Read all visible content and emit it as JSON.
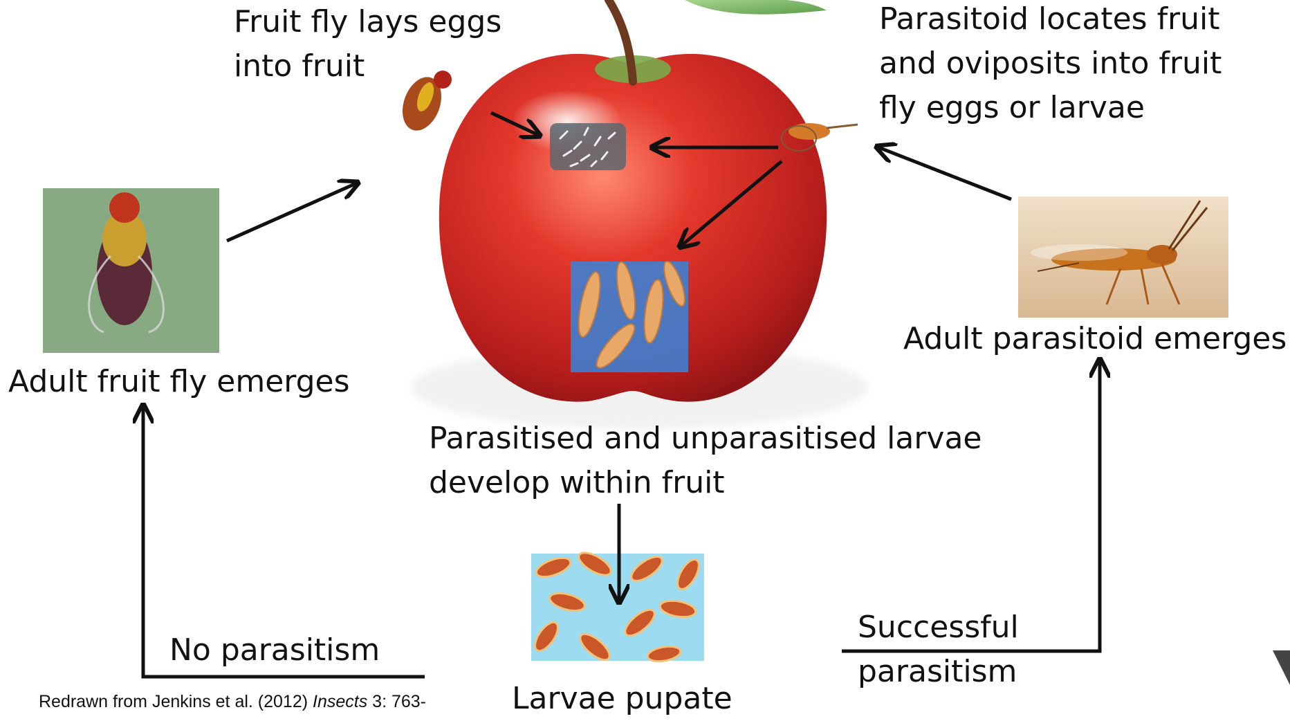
{
  "labels": {
    "fly_lays_eggs": [
      "Fruit fly lays eggs",
      "into fruit"
    ],
    "parasitoid_locates": [
      "Parasitoid locates fruit",
      "and oviposits into fruit",
      "fly eggs or larvae"
    ],
    "adult_fly": "Adult fruit fly emerges",
    "adult_parasitoid": "Adult parasitoid emerges",
    "larvae_develop": [
      "Parasitised and unparasitised larvae",
      "develop within fruit"
    ],
    "no_parasitism": "No parasitism",
    "successful_parasitism": [
      "Successful",
      "parasitism"
    ],
    "larvae_pupate": "Larvae pupate"
  },
  "citation": {
    "prefix": "Redrawn from Jenkins et al. (2012) ",
    "journal": "Insects",
    "suffix": " 3: 763-"
  },
  "colors": {
    "apple": "#d8302a",
    "leaf": "#7fbf6a",
    "larvae_panel": "#3f7fd0",
    "pupae_background": "#9ddcf0",
    "pupa": "#c9572a",
    "fly_background": "#7fa37a",
    "parasitoid_background": "#e8d2b2",
    "arrow": "#111111"
  }
}
